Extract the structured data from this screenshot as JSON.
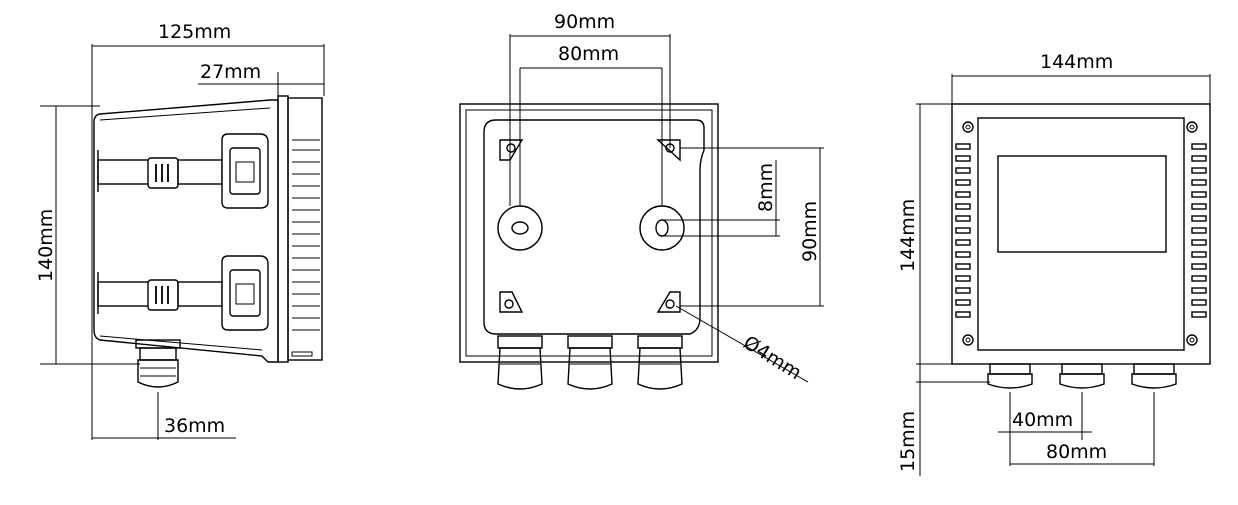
{
  "side_view": {
    "width_label": "125mm",
    "depth_label": "27mm",
    "height_label": "140mm",
    "gland_label": "36mm"
  },
  "back_view": {
    "outer_hole_spacing_label": "90mm",
    "inner_hole_spacing_label": "80mm",
    "vertical_spacing_label": "90mm",
    "knockout_label": "8mm",
    "hole_diameter_label": "Ø4mm"
  },
  "front_view": {
    "width_label": "144mm",
    "height_label": "144mm",
    "bottom_label": "15mm",
    "gland_pitch_label": "40mm",
    "gland_span_label": "80mm"
  }
}
